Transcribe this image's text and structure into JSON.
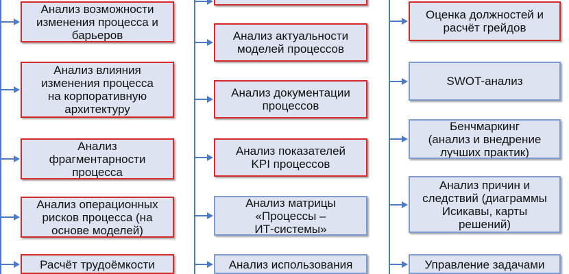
{
  "colors": {
    "connector": "#4a7ac8",
    "box_fill": "#dde3f1",
    "border_red": "#d42a2a",
    "border_blue": "#7f9bd0"
  },
  "columns": [
    {
      "id": "col1",
      "items": [
        {
          "lines": [
            "Анализ возможности",
            "изменения процесса и",
            "барьеров"
          ],
          "border": "red"
        },
        {
          "lines": [
            "Анализ влияния",
            "изменения процесса",
            "на корпоративную",
            "архитектуру"
          ],
          "border": "red"
        },
        {
          "lines": [
            "Анализ",
            "фрагментарности",
            "процесса"
          ],
          "border": "red"
        },
        {
          "lines": [
            "Анализ операционных",
            "рисков процесса (на",
            "основе моделей)"
          ],
          "border": "red"
        },
        {
          "lines": [
            "Расчёт трудоёмкости"
          ],
          "border": "red"
        }
      ]
    },
    {
      "id": "col2",
      "items": [
        {
          "lines": [],
          "border": "red"
        },
        {
          "lines": [
            "Анализ актуальности",
            "моделей процессов"
          ],
          "border": "red"
        },
        {
          "lines": [
            "Анализ документации",
            "процессов"
          ],
          "border": "red"
        },
        {
          "lines": [
            "Анализ показателей",
            "KPI процессов"
          ],
          "border": "red"
        },
        {
          "lines": [
            "Анализ матрицы",
            "«Процессы –",
            "ИТ-системы»"
          ],
          "border": "blue"
        },
        {
          "lines": [
            "Анализ использования"
          ],
          "border": "blue"
        }
      ]
    },
    {
      "id": "col3",
      "items": [
        {
          "lines": [
            "Оценка должностей и",
            "расчёт грейдов"
          ],
          "border": "red"
        },
        {
          "lines": [
            "SWOT-анализ"
          ],
          "border": "blue"
        },
        {
          "lines": [
            "Бенчмаркинг",
            "(анализ и внедрение",
            "лучших практик)"
          ],
          "border": "blue"
        },
        {
          "lines": [
            "Анализ причин и",
            "следствий (диаграммы",
            "Исикавы, карты",
            "решений)"
          ],
          "border": "blue"
        },
        {
          "lines": [
            "Управление задачами"
          ],
          "border": "blue"
        }
      ]
    }
  ]
}
